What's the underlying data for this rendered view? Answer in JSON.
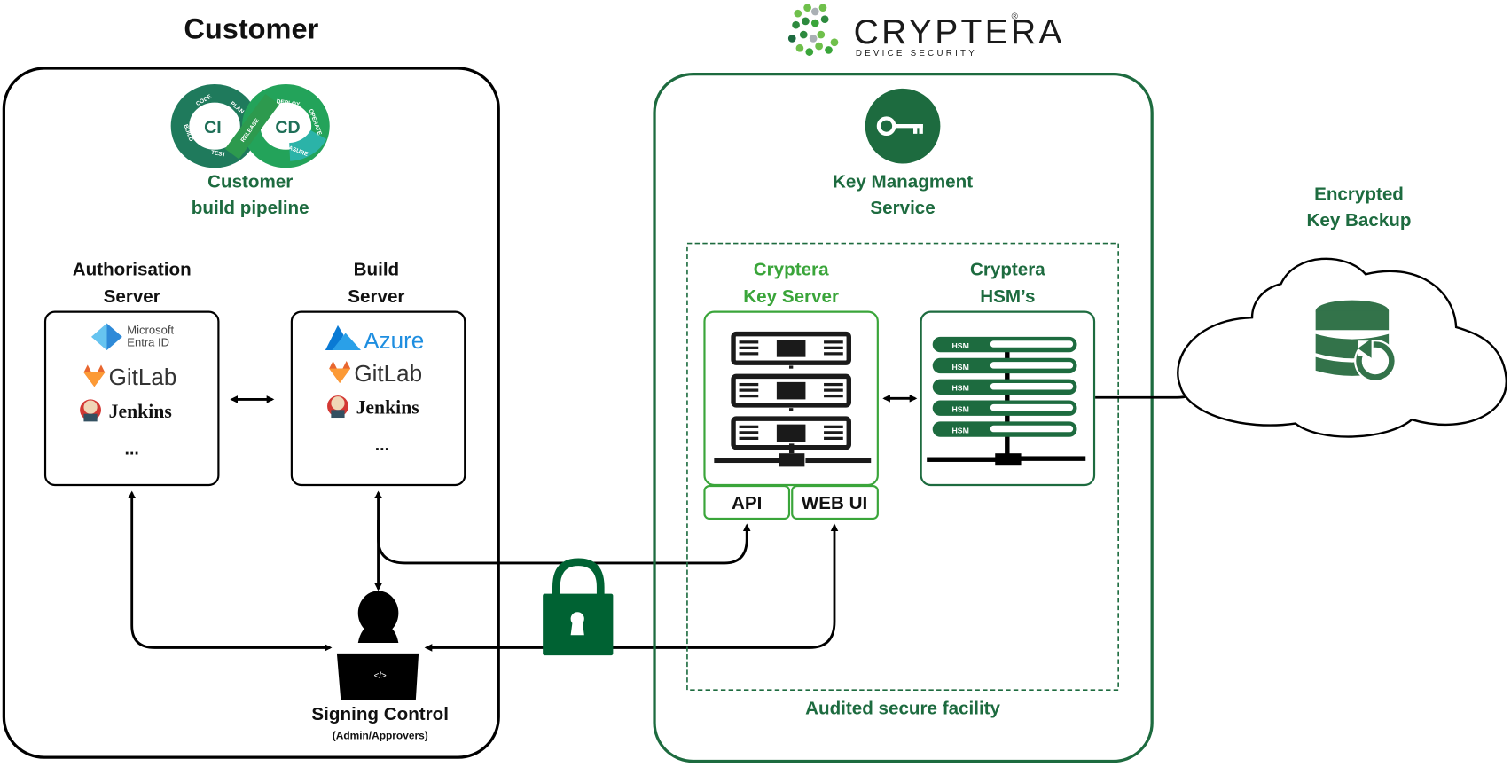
{
  "header": {
    "customer_title": "Customer",
    "brand_name": "CRYPTERA",
    "brand_registered": "®",
    "brand_tagline": "DEVICE SECURITY"
  },
  "customer": {
    "pipeline_label_line1": "Customer",
    "pipeline_label_line2": "build pipeline",
    "cicd_logo": {
      "left": "CI",
      "right": "CD",
      "stages": [
        "CODE",
        "PLAN",
        "BUILD",
        "TEST",
        "RELEASE",
        "DEPLOY",
        "OPERATE",
        "MEASURE"
      ]
    },
    "auth_server": {
      "title_line1": "Authorisation",
      "title_line2": "Server",
      "items": [
        {
          "icon": "microsoft-entra-icon",
          "label_line1": "Microsoft",
          "label_line2": "Entra ID"
        },
        {
          "icon": "gitlab-icon",
          "label": "GitLab"
        },
        {
          "icon": "jenkins-icon",
          "label": "Jenkins"
        },
        {
          "label": "..."
        }
      ]
    },
    "build_server": {
      "title_line1": "Build",
      "title_line2": "Server",
      "items": [
        {
          "icon": "azure-icon",
          "label": "Azure"
        },
        {
          "icon": "gitlab-icon",
          "label": "GitLab"
        },
        {
          "icon": "jenkins-icon",
          "label": "Jenkins"
        },
        {
          "label": "..."
        }
      ]
    },
    "signing": {
      "title": "Signing Control",
      "subtitle": "(Admin/Approvers)",
      "laptop_glyph": "</>"
    }
  },
  "kms": {
    "title_line1": "Key Managment",
    "title_line2": "Service",
    "facility_label": "Audited secure facility",
    "key_server": {
      "title_line1": "Cryptera",
      "title_line2": "Key Server",
      "api_label": "API",
      "webui_label": "WEB UI"
    },
    "hsm": {
      "title_line1": "Cryptera",
      "title_line2": "HSM’s",
      "units": [
        "HSM",
        "HSM",
        "HSM",
        "HSM",
        "HSM"
      ]
    }
  },
  "backup": {
    "title_line1": "Encrypted",
    "title_line2": "Key Backup"
  },
  "colors": {
    "brand_green": "#1d6b3f",
    "light_green": "#3aa53a",
    "lock_green": "#006233"
  }
}
